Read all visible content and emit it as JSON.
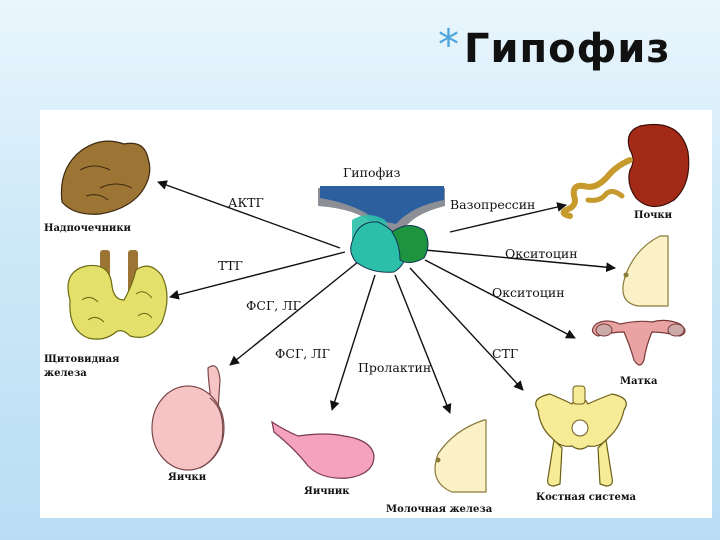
{
  "slide": {
    "bullet": "*",
    "title": "Гипофиз"
  },
  "diagram": {
    "center_label": "Гипофиз",
    "hormones": {
      "actg": "АКТГ",
      "vasopressin": "Вазопрессин",
      "ttg": "ТТГ",
      "oxytocin_1": "Окситоцин",
      "fsg_lg_1": "ФСГ, ЛГ",
      "oxytocin_2": "Окситоцин",
      "fsg_lg_2": "ФСГ, ЛГ",
      "prolactin": "Пролактин",
      "stg": "СТГ"
    },
    "organs": {
      "adrenals": "Надпочечники",
      "kidneys": "Почки",
      "thyroid_line1": "Щитовидная",
      "thyroid_line2": "железа",
      "uterus": "Матка",
      "testes": "Яички",
      "ovary": "Яичник",
      "mammary": "Молочная железа",
      "skeleton": "Костная система"
    },
    "colors": {
      "pituitary_front": "#2bbfa9",
      "pituitary_back": "#1d9440",
      "bone_tissue": "#8d8f97",
      "hypothalamus": "#2b5f9d",
      "adrenal": "#9c7434",
      "kidney": "#a32a17",
      "thyroid": "#e3e06b",
      "testes": "#f6c4c4",
      "ovary": "#f4a2be",
      "breast": "#fbf1c6",
      "bone": "#f6ec97"
    }
  }
}
